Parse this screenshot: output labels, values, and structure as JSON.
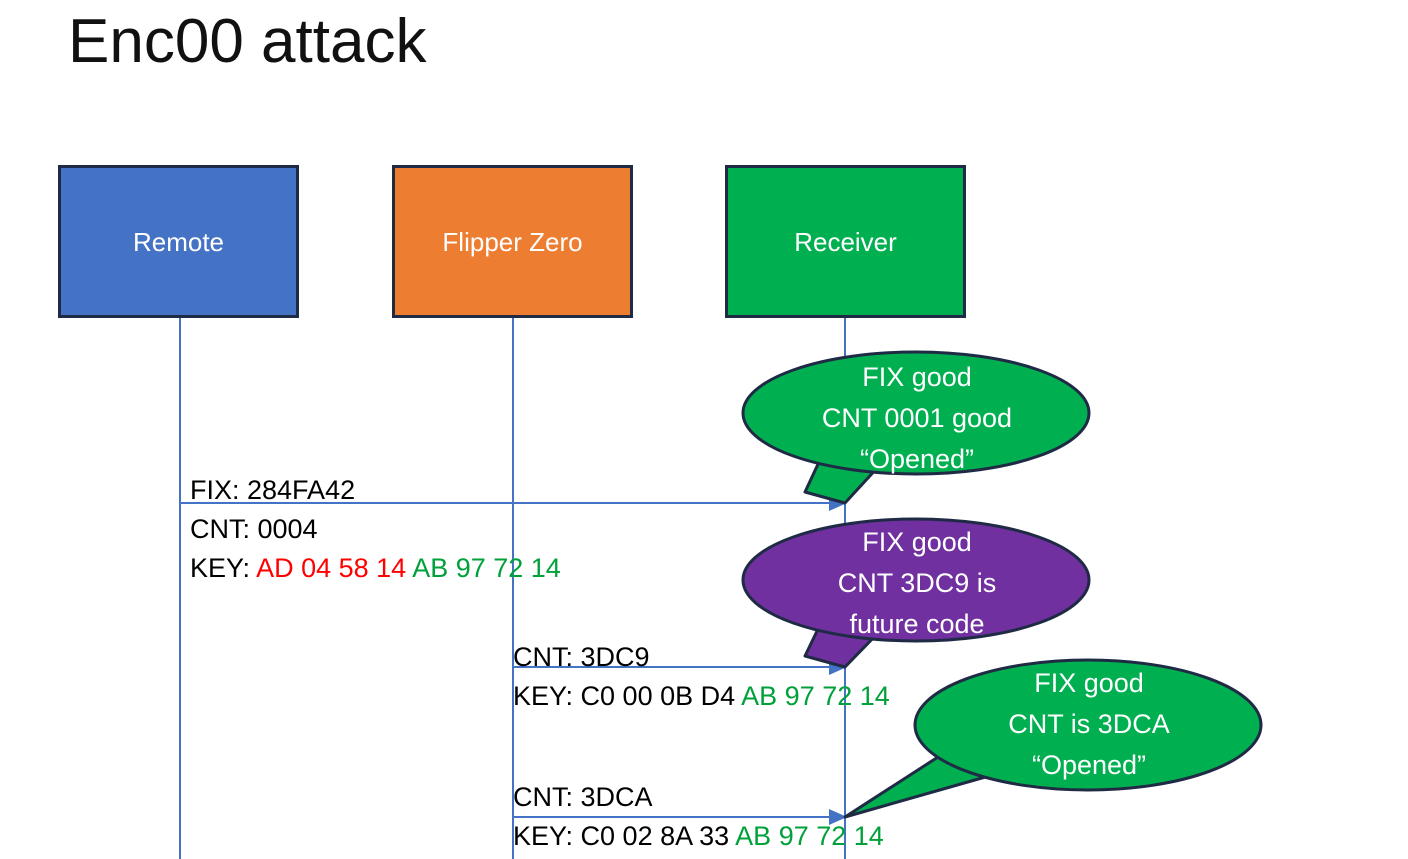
{
  "slide": {
    "title": "Enc00 attack",
    "background": "#FFFFFF"
  },
  "colors": {
    "remote_blue": "#4472C4",
    "flipper_orange": "#ED7D31",
    "receiver_green": "#00B050",
    "callout_purple": "#7030A0",
    "box_border": "#1F2A44",
    "lifeline_blue": "#4472C4",
    "hex_red": "#FF0000",
    "hex_green": "#00A13A",
    "text_black": "#000000",
    "text_white": "#FFFFFF"
  },
  "actors": [
    {
      "id": "remote",
      "label": "Remote",
      "fill": "#4472C4"
    },
    {
      "id": "flipper",
      "label": "Flipper Zero",
      "fill": "#ED7D31"
    },
    {
      "id": "receiver",
      "label": "Receiver",
      "fill": "#00B050"
    }
  ],
  "messages": [
    {
      "id": "msg1",
      "from": "remote",
      "to": "receiver",
      "above": "FIX: 284FA42",
      "below_line1": "CNT: 0004",
      "below_line2_label": "KEY: ",
      "below_line2_red": "AD 04 58 14 ",
      "below_line2_green": "AB 97 72 14"
    },
    {
      "id": "msg2",
      "from": "flipper",
      "to": "receiver",
      "above": "CNT: 3DC9",
      "below_label": "KEY: C0 00 0B D4 ",
      "below_green": "AB 97 72 14"
    },
    {
      "id": "msg3",
      "from": "flipper",
      "to": "receiver",
      "above": "CNT: 3DCA",
      "below_label": "KEY: C0 02 8A 33 ",
      "below_green": "AB 97 72 14"
    }
  ],
  "callouts": [
    {
      "id": "callout1",
      "fill": "#00B050",
      "line1": "FIX good",
      "line2": "CNT 0001 good",
      "line3": "“Opened”"
    },
    {
      "id": "callout2",
      "fill": "#7030A0",
      "line1": "FIX good",
      "line2": "CNT 3DC9 is",
      "line3": "future code"
    },
    {
      "id": "callout3",
      "fill": "#00B050",
      "line1": "FIX good",
      "line2": "CNT is 3DCA",
      "line3": "“Opened”"
    }
  ]
}
